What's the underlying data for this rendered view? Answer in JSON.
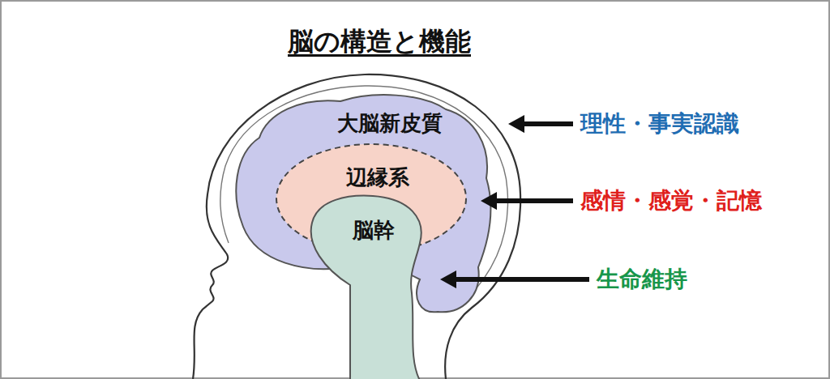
{
  "diagram": {
    "title": "脳の構造と機能",
    "nodes": [
      {
        "text": [
          "大脳新皮質"
        ]
      },
      {
        "text": [
          "辺縁系"
        ],
        "in": 0
      },
      {
        "text": [
          "脳幹"
        ]
      },
      {
        "text": [
          "理性・事実認識"
        ]
      },
      {
        "text": [
          "感情・感覚・記憶"
        ]
      },
      {
        "text": [
          "生命維持"
        ]
      }
    ],
    "edges": [
      {
        "from": 3,
        "to": 0,
        "arrow": "to"
      },
      {
        "from": 4,
        "to": 1,
        "arrow": "to"
      },
      {
        "from": 5,
        "to": 2,
        "arrow": "to"
      }
    ]
  }
}
